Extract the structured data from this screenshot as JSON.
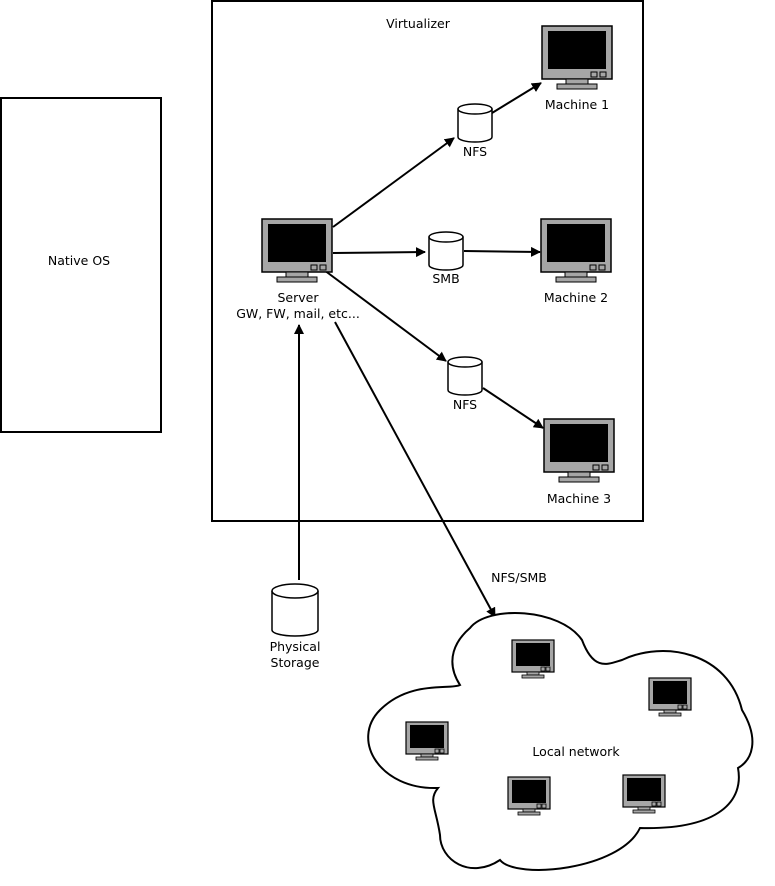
{
  "labels": {
    "native_os": "Native OS",
    "virtualizer": "Virtualizer",
    "server_name": "Server",
    "server_roles": "GW, FW, mail, etc...",
    "machine_1": "Machine 1",
    "machine_2": "Machine 2",
    "machine_3": "Machine 3",
    "nfs_top": "NFS",
    "smb_mid": "SMB",
    "nfs_bottom": "NFS",
    "physical_storage_line1": "Physical",
    "physical_storage_line2": "Storage",
    "nfs_smb_link": "NFS/SMB",
    "local_network": "Local network"
  },
  "icons": {
    "monitor": "monitor-icon",
    "storage": "database-cylinder-icon",
    "cloud": "cloud-shape"
  },
  "colors": {
    "stroke": "#000000",
    "background": "#ffffff",
    "monitor_body": "#a6a6a6",
    "monitor_screen": "#000000"
  }
}
